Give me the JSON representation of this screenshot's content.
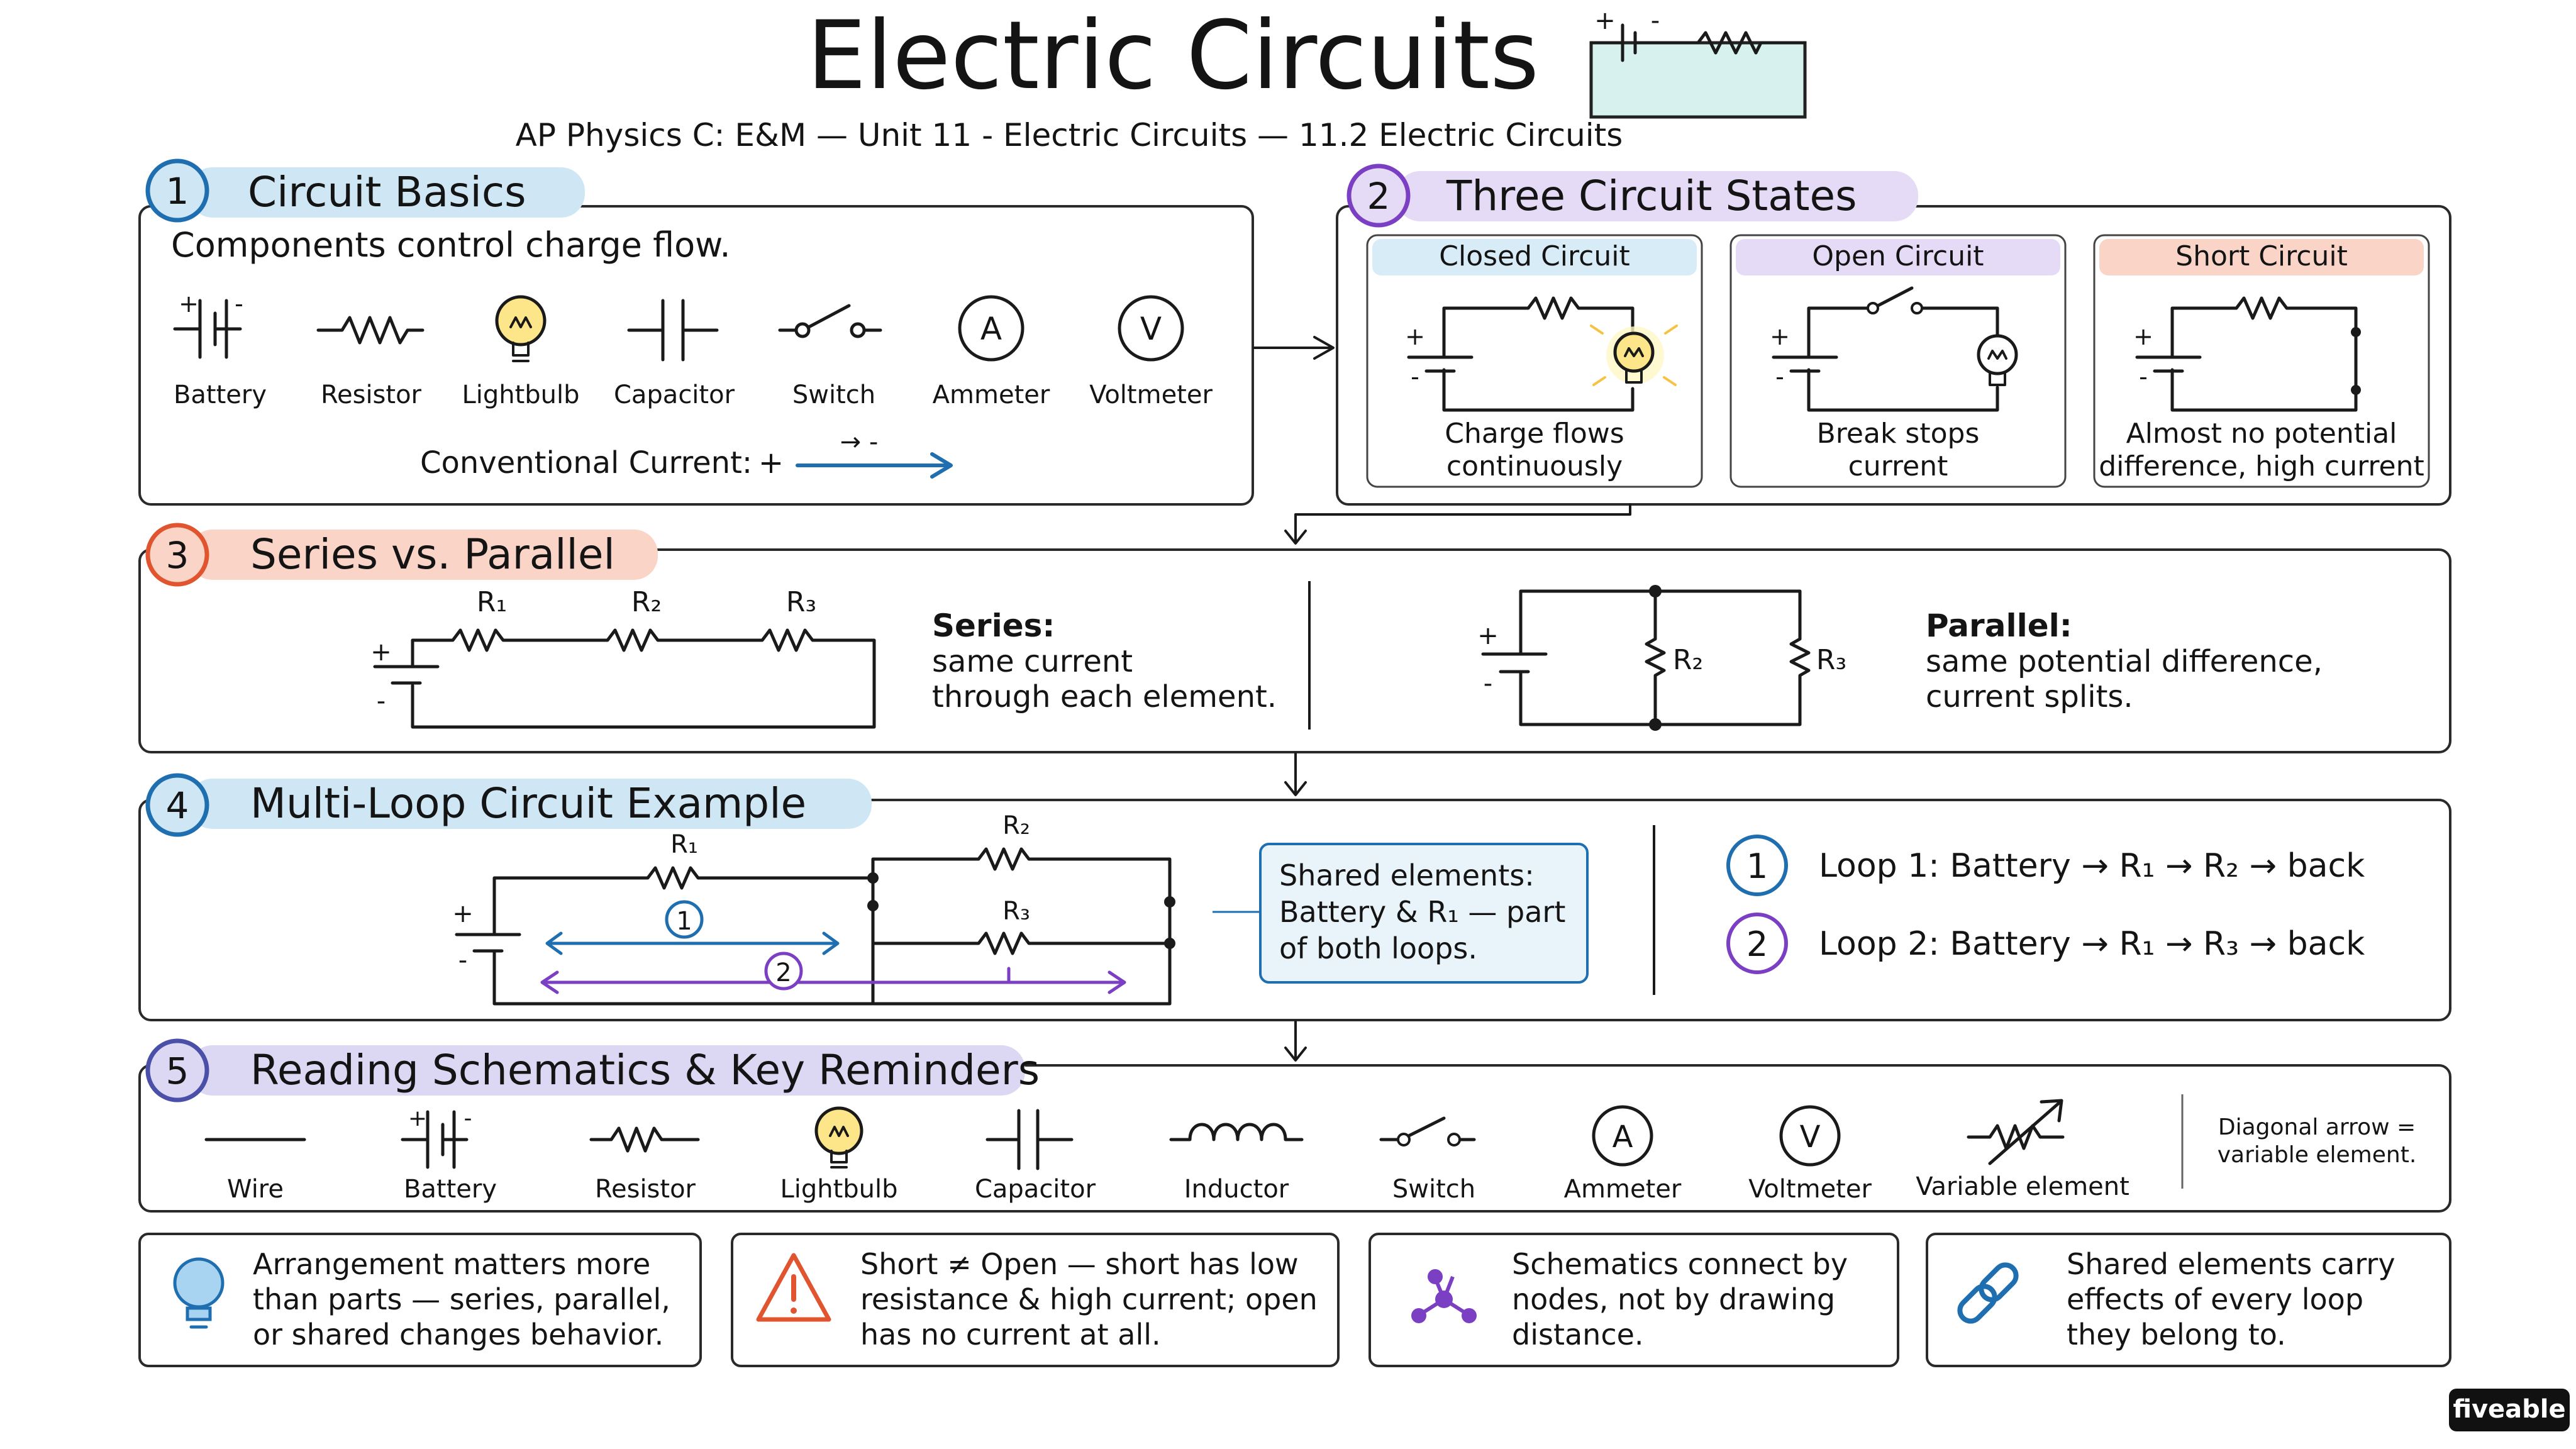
{
  "header": {
    "title": "Electric Circuits",
    "subtitle": "AP Physics C: E&M — Unit 11 - Electric Circuits — 11.2 Electric Circuits"
  },
  "colors": {
    "blue": "#1f6fb0",
    "purple": "#7b3fc4",
    "orange": "#e0552f",
    "slate": "#4a4fa8",
    "tab_blue": "#cfe7f5",
    "tab_purple": "#e6dbf6",
    "tab_orange": "#fad4c6",
    "tab_slate": "#dcd8f3"
  },
  "section1": {
    "number": "1",
    "title": "Circuit Basics",
    "intro": "Components control charge flow.",
    "components": [
      "Battery",
      "Resistor",
      "Lightbulb",
      "Capacitor",
      "Switch",
      "Ammeter",
      "Voltmeter"
    ],
    "ammeter_symbol": "A",
    "voltmeter_symbol": "V",
    "current_label": "Conventional Current:",
    "current_plus": "+",
    "current_arrow_label": "→ -"
  },
  "section2": {
    "number": "2",
    "title": "Three Circuit States",
    "states": [
      {
        "name": "Closed Circuit",
        "caption": [
          "Charge flows",
          "continuously"
        ]
      },
      {
        "name": "Open Circuit",
        "caption": [
          "Break stops",
          "current"
        ]
      },
      {
        "name": "Short Circuit",
        "caption": [
          "Almost no potential",
          "difference, high current"
        ]
      }
    ]
  },
  "section3": {
    "number": "3",
    "title": "Series vs. Parallel",
    "series_resistors": [
      "R₁",
      "R₂",
      "R₃"
    ],
    "series_heading": "Series:",
    "series_text": [
      "same current",
      "through each element."
    ],
    "parallel_resistors": [
      "R₂",
      "R₃"
    ],
    "parallel_heading": "Parallel:",
    "parallel_text": [
      "same potential difference,",
      "current splits."
    ]
  },
  "section4": {
    "number": "4",
    "title": "Multi-Loop Circuit Example",
    "resistors": [
      "R₁",
      "R₂",
      "R₃"
    ],
    "loop_markers": [
      "1",
      "2"
    ],
    "shared_note": [
      "Shared elements:",
      "Battery & R₁ — part",
      "of both loops."
    ],
    "loops": [
      {
        "number": "1",
        "text": "Loop 1: Battery → R₁ → R₂ → back"
      },
      {
        "number": "2",
        "text": "Loop 2: Battery → R₁ → R₃ → back"
      }
    ]
  },
  "section5": {
    "number": "5",
    "title": "Reading Schematics & Key Reminders",
    "symbols": [
      "Wire",
      "Battery",
      "Resistor",
      "Lightbulb",
      "Capacitor",
      "Inductor",
      "Switch",
      "Ammeter",
      "Voltmeter",
      "Variable element"
    ],
    "note": [
      "Diagonal arrow =",
      "variable element."
    ]
  },
  "tips": [
    {
      "icon": "lightbulb-icon",
      "lines": [
        "Arrangement matters more",
        "than parts — series, parallel,",
        "or shared changes behavior."
      ]
    },
    {
      "icon": "warning-icon",
      "lines": [
        "Short ≠ Open — short has low",
        "resistance & high current; open",
        "has no current at all."
      ]
    },
    {
      "icon": "nodes-icon",
      "lines": [
        "Schematics connect by",
        "nodes, not by drawing",
        "distance."
      ]
    },
    {
      "icon": "link-icon",
      "lines": [
        "Shared elements carry",
        "effects of every loop",
        "they belong to."
      ]
    }
  ],
  "brand": "fiveable"
}
